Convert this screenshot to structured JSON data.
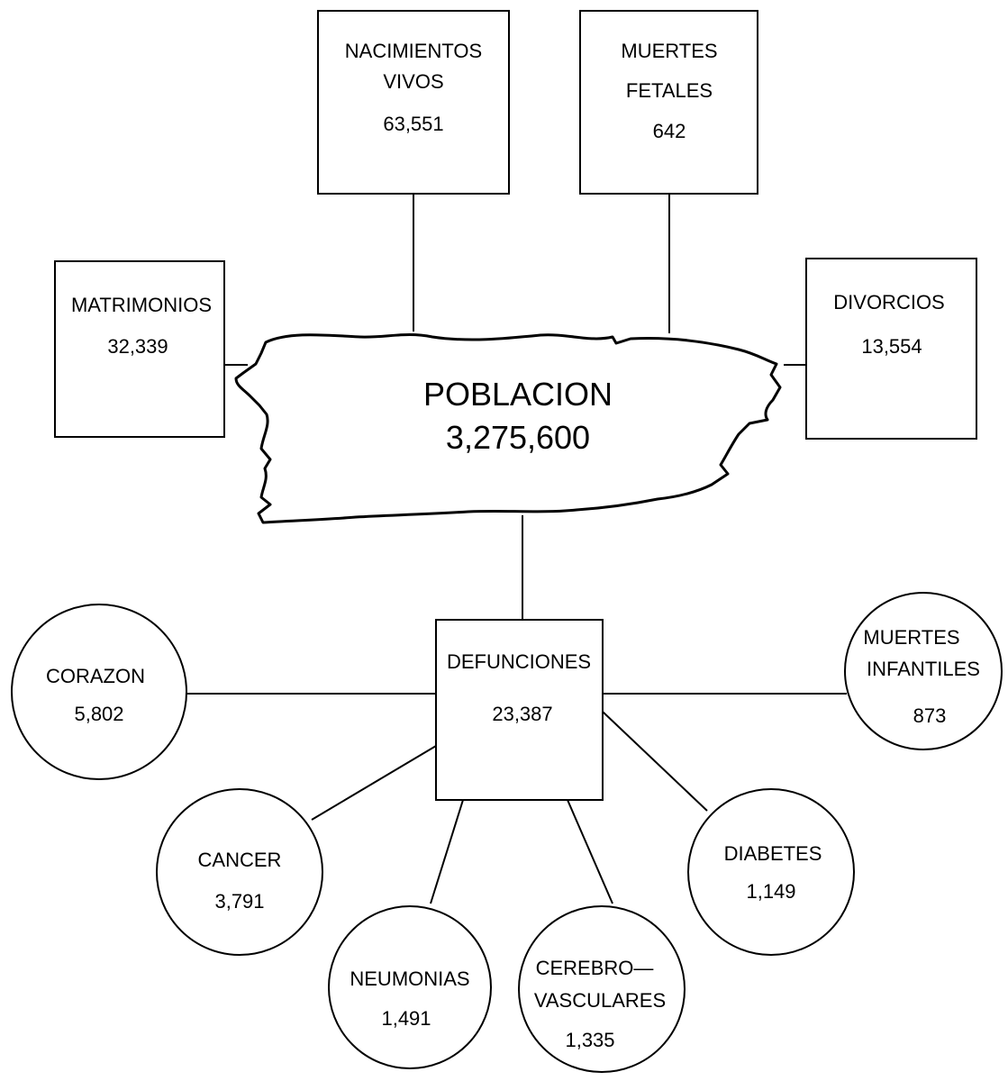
{
  "colors": {
    "ink": "#000000",
    "paper": "#ffffff"
  },
  "poblacion": {
    "label": "POBLACION",
    "value": "3,275,600"
  },
  "nacimientos": {
    "line1": "NACIMIENTOS",
    "line2": "VIVOS",
    "value": "63,551"
  },
  "muertes_fetales": {
    "line1": "MUERTES",
    "line2": "FETALES",
    "value": "642"
  },
  "matrimonios": {
    "label": "MATRIMONIOS",
    "value": "32,339"
  },
  "divorcios": {
    "label": "DIVORCIOS",
    "value": "13,554"
  },
  "defunciones": {
    "label": "DEFUNCIONES",
    "value": "23,387"
  },
  "corazon": {
    "label": "CORAZON",
    "value": "5,802"
  },
  "muertes_infantiles": {
    "line1": "MUERTES",
    "line2": "INFANTILES",
    "value": "873"
  },
  "cancer": {
    "label": "CANCER",
    "value": "3,791"
  },
  "neumonias": {
    "label": "NEUMONIAS",
    "value": "1,491"
  },
  "cerebrovasculares": {
    "line1": "CEREBRO—",
    "line2": "VASCULARES",
    "value": "1,335"
  },
  "diabetes": {
    "label": "DIABETES",
    "value": "1,149"
  }
}
